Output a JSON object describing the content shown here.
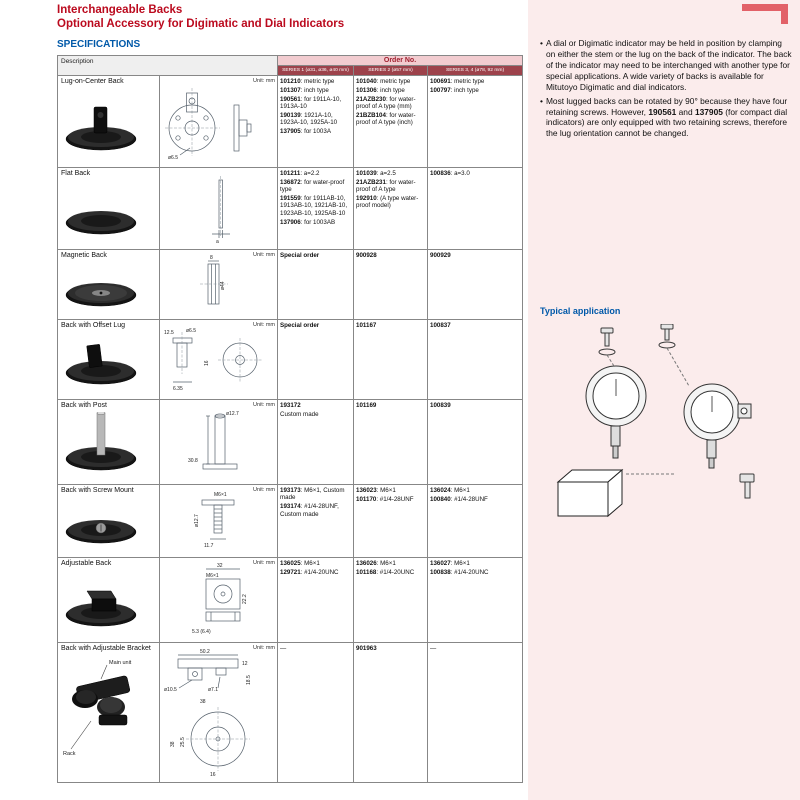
{
  "header": {
    "title_line1": "Interchangeable Backs",
    "title_line2": "Optional Accessory for Digimatic and Dial Indicators",
    "section": "SPECIFICATIONS"
  },
  "table": {
    "description_header": "Description",
    "order_no_header": "Order No.",
    "series_headers": [
      "SERIES 1 (ø31, ø36, ø40 mm)",
      "SERIES 2 (ø57 mm)",
      "SERIES 3, 4 (ø78, 92 mm)"
    ],
    "unit_label": "Unit: mm",
    "rows": [
      {
        "name": "Lug-on-Center Back",
        "kind": "lug-center",
        "show_unit": true,
        "dims": [
          "ø6.5"
        ],
        "cells": [
          [
            {
              "c": "101210",
              "t": ": metric type"
            },
            {
              "c": "101307",
              "t": ": inch type"
            },
            {
              "c": "190561",
              "t": ": for 1911A-10, 1913A-10"
            },
            {
              "c": "190139",
              "t": ": 1921A-10, 1923A-10, 1925A-10"
            },
            {
              "c": "137905",
              "t": ": for 1003A"
            }
          ],
          [
            {
              "c": "101040",
              "t": ": metric type"
            },
            {
              "c": "101306",
              "t": ": inch type"
            },
            {
              "c": "21AZB230",
              "t": ": for water-proof of A type (mm)"
            },
            {
              "c": "21BZB104",
              "t": ": for water-proof of A type (inch)"
            }
          ],
          [
            {
              "c": "100691",
              "t": ": metric type"
            },
            {
              "c": "100797",
              "t": ": inch type"
            }
          ]
        ]
      },
      {
        "name": "Flat Back",
        "kind": "flat",
        "show_unit": false,
        "dims": [
          "a"
        ],
        "cells": [
          [
            {
              "c": "101211",
              "t": ": a=2.2"
            },
            {
              "c": "136872",
              "t": ": for water-proof type"
            },
            {
              "c": "191559",
              "t": ": for 1911AB-10, 1913AB-10, 1921AB-10, 1923AB-10, 1925AB-10"
            },
            {
              "c": "137906",
              "t": ": for 1003AB"
            }
          ],
          [
            {
              "c": "101039",
              "t": ": a=2.5"
            },
            {
              "c": "21AZB231",
              "t": ": for water-proof of A type"
            },
            {
              "c": "192910",
              "t": ": (A type water-proof model)"
            }
          ],
          [
            {
              "c": "100836",
              "t": ": a=3.0"
            }
          ]
        ]
      },
      {
        "name": "Magnetic Back",
        "kind": "magnetic",
        "show_unit": true,
        "dims": [
          "8",
          "ø44"
        ],
        "cells": [
          [
            {
              "c": "Special order",
              "t": ""
            }
          ],
          [
            {
              "c": "900928",
              "t": ""
            }
          ],
          [
            {
              "c": "900929",
              "t": ""
            }
          ]
        ]
      },
      {
        "name": "Back with Offset Lug",
        "kind": "offset-lug",
        "show_unit": true,
        "dims": [
          "12.5",
          "ø6.5",
          "6.35",
          "16"
        ],
        "cells": [
          [
            {
              "c": "Special order",
              "t": ""
            }
          ],
          [
            {
              "c": "101167",
              "t": ""
            }
          ],
          [
            {
              "c": "100837",
              "t": ""
            }
          ]
        ]
      },
      {
        "name": "Back with Post",
        "kind": "post",
        "show_unit": true,
        "dims": [
          "ø12.7",
          "30.8"
        ],
        "cells": [
          [
            {
              "c": "193172",
              "t": ""
            },
            {
              "t": "Custom made"
            }
          ],
          [
            {
              "c": "101169",
              "t": ""
            }
          ],
          [
            {
              "c": "100839",
              "t": ""
            }
          ]
        ]
      },
      {
        "name": "Back with Screw Mount",
        "kind": "screw-mount",
        "show_unit": true,
        "dims": [
          "M6×1",
          "ø12.7",
          "11.7"
        ],
        "cells": [
          [
            {
              "c": "193173",
              "t": ": M6×1, Custom made"
            },
            {
              "c": "193174",
              "t": ": #1/4-28UNF, Custom made"
            }
          ],
          [
            {
              "c": "136023",
              "t": ": M6×1"
            },
            {
              "c": "101170",
              "t": ": #1/4-28UNF"
            }
          ],
          [
            {
              "c": "136024",
              "t": ": M6×1"
            },
            {
              "c": "100840",
              "t": ": #1/4-28UNF"
            }
          ]
        ]
      },
      {
        "name": "Adjustable Back",
        "kind": "adjustable",
        "show_unit": true,
        "dims": [
          "32",
          "M6×1",
          "22.2",
          "5.3 (6.4)"
        ],
        "cells": [
          [
            {
              "c": "136025",
              "t": ": M6×1"
            },
            {
              "c": "129721",
              "t": ": #1/4-20UNC"
            }
          ],
          [
            {
              "c": "136026",
              "t": ": M6×1"
            },
            {
              "c": "101168",
              "t": ": #1/4-20UNC"
            }
          ],
          [
            {
              "c": "136027",
              "t": ": M6×1"
            },
            {
              "c": "100838",
              "t": ": #1/4-20UNC"
            }
          ]
        ]
      },
      {
        "name": "Back with Adjustable Bracket",
        "kind": "bracket",
        "show_unit": true,
        "photo_labels": [
          "Main unit",
          "Rack"
        ],
        "dims": [
          "50.2",
          "12",
          "18.5",
          "ø10.5",
          "ø7.1",
          "38",
          "25.5",
          "38",
          "16"
        ],
        "cells": [
          [
            {
              "t": "—"
            }
          ],
          [
            {
              "c": "901963",
              "t": ""
            }
          ],
          [
            {
              "t": "—"
            }
          ]
        ]
      }
    ]
  },
  "sidebar": {
    "notes": [
      {
        "segments": [
          {
            "t": "A dial or Digimatic indicator may be held in position by clamping on either the stem or the lug on the back of the indicator. The back of the indicator may need to be interchanged with another type for special applications. A wide variety of backs is available for Mitutoyo Digimatic and dial indicators."
          }
        ]
      },
      {
        "segments": [
          {
            "t": "Most lugged backs can be rotated by 90° because they have four retaining screws. However, "
          },
          {
            "t": "190561",
            "b": true
          },
          {
            "t": " and "
          },
          {
            "t": "137905",
            "b": true
          },
          {
            "t": " (for compact dial indicators) are only equipped with two retaining screws, therefore the lug orientation cannot be changed."
          }
        ]
      }
    ],
    "typical_application": "Typical application"
  }
}
